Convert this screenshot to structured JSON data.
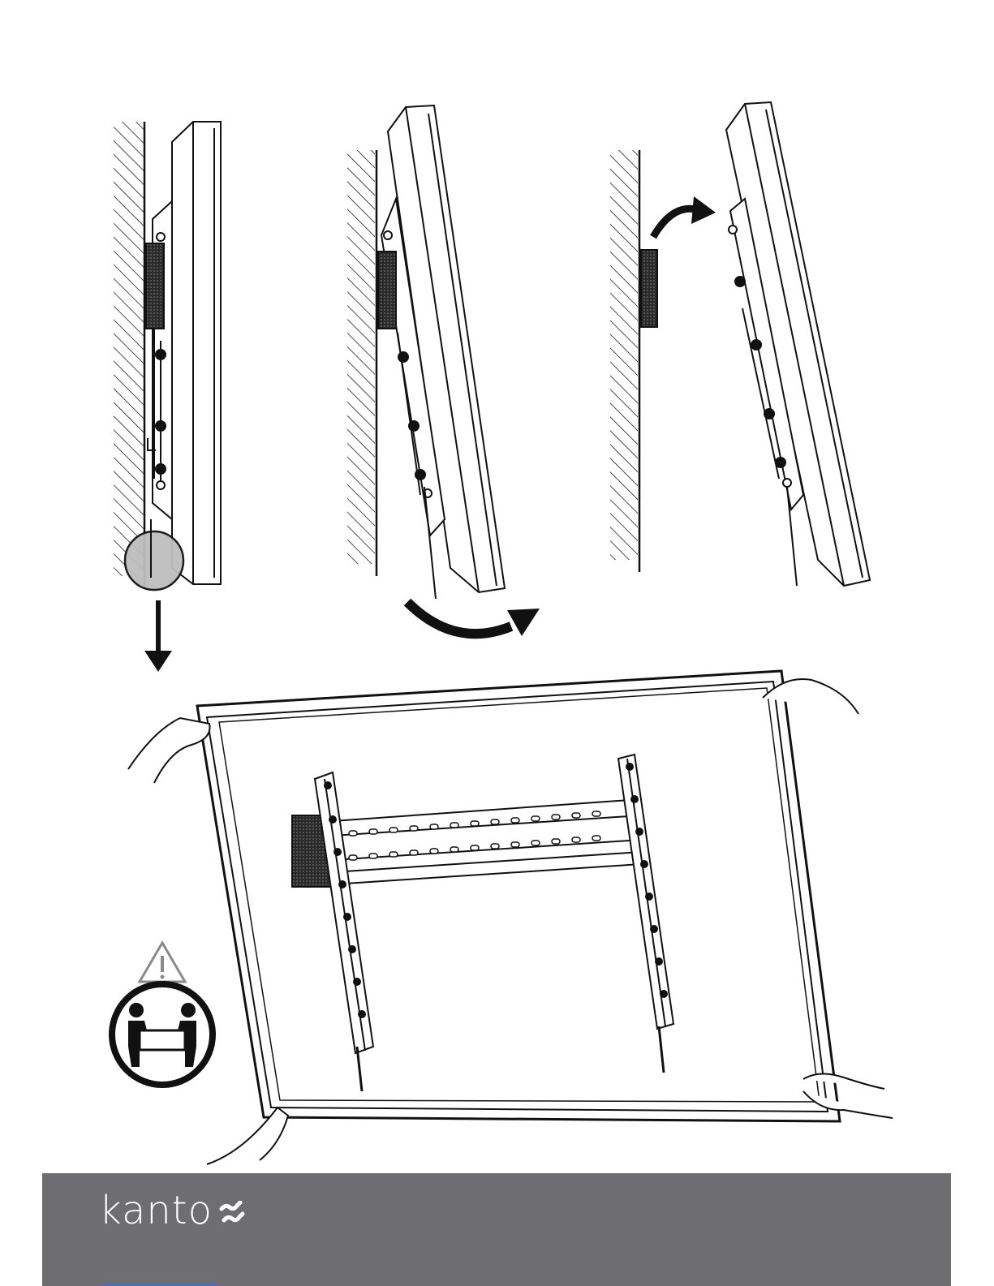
{
  "brand": {
    "name": "kanto",
    "logo_icon": "kanto-wave-mark-icon",
    "footer_color": "#6e6e70"
  },
  "illustration": {
    "steps": [
      {
        "icon": "tv-on-wall-mount-side-view",
        "highlight": "bottom-release-cord-circle",
        "arrow": "down-arrow-icon"
      },
      {
        "icon": "tv-tilted-out-side-view",
        "arrow": "curved-arrow-outward-icon"
      },
      {
        "icon": "tv-lifted-off-mount-side-view",
        "arrow": "curved-arrow-up-icon"
      }
    ],
    "main": "tv-back-with-mounting-brackets-held-by-hands",
    "warning": [
      "warning-triangle-icon",
      "two-person-lift-icon"
    ]
  }
}
